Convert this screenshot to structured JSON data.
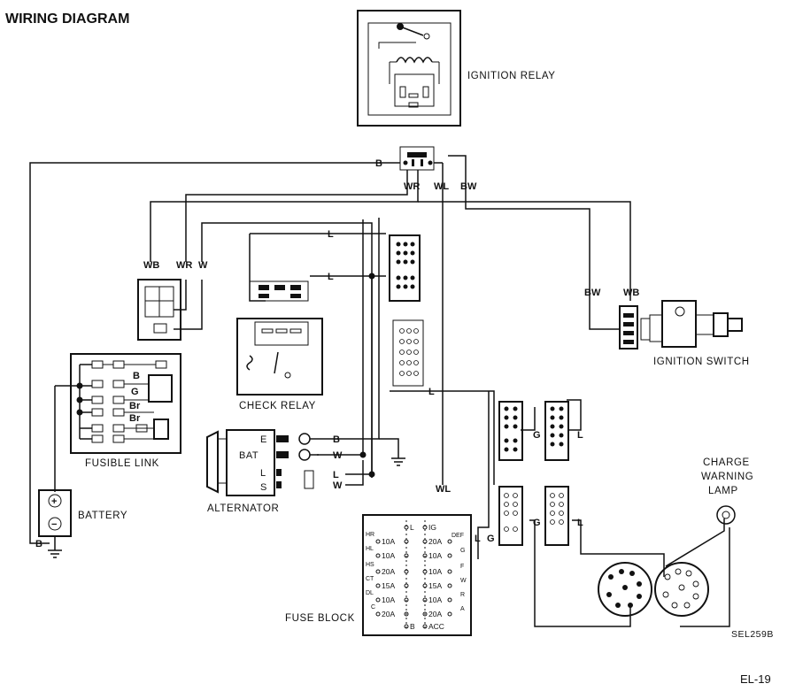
{
  "title": "WIRING DIAGRAM",
  "page_number": "EL-19",
  "figure_code": "SEL259B",
  "components": {
    "ignition_relay": "IGNITION RELAY",
    "ignition_switch": "IGNITION SWITCH",
    "check_relay": "CHECK RELAY",
    "fusible_link": "FUSIBLE LINK",
    "battery": "BATTERY",
    "alternator": "ALTERNATOR",
    "fuse_block": "FUSE BLOCK",
    "charge_warning_lamp": [
      "CHARGE",
      "WARNING",
      "LAMP"
    ]
  },
  "wire_colors": {
    "b": "B",
    "wr": "WR",
    "wl": "WL",
    "bw": "BW",
    "wb": "WB",
    "w": "W",
    "l": "L",
    "g": "G",
    "br": "Br"
  },
  "alternator_terminals": [
    "E",
    "BAT",
    "L",
    "S"
  ],
  "fuse_block": {
    "left": [
      {
        "code": "HR",
        "rating": "10A"
      },
      {
        "code": "HL",
        "rating": "10A"
      },
      {
        "code": "HS",
        "rating": "20A"
      },
      {
        "code": "CT",
        "rating": "15A"
      },
      {
        "code": "DL",
        "rating": "10A"
      },
      {
        "code": "C",
        "rating": "20A"
      }
    ],
    "right": [
      {
        "code": "DEF",
        "rating": "20A"
      },
      {
        "code": "G",
        "rating": "10A"
      },
      {
        "code": "F",
        "rating": "10A"
      },
      {
        "code": "W",
        "rating": "15A"
      },
      {
        "code": "R",
        "rating": "10A"
      },
      {
        "code": "A",
        "rating": "20A"
      }
    ],
    "top": [
      "L",
      "IG"
    ],
    "bottom": [
      "B",
      "ACC"
    ]
  },
  "battery_symbols": {
    "positive": "+",
    "negative": "−"
  }
}
